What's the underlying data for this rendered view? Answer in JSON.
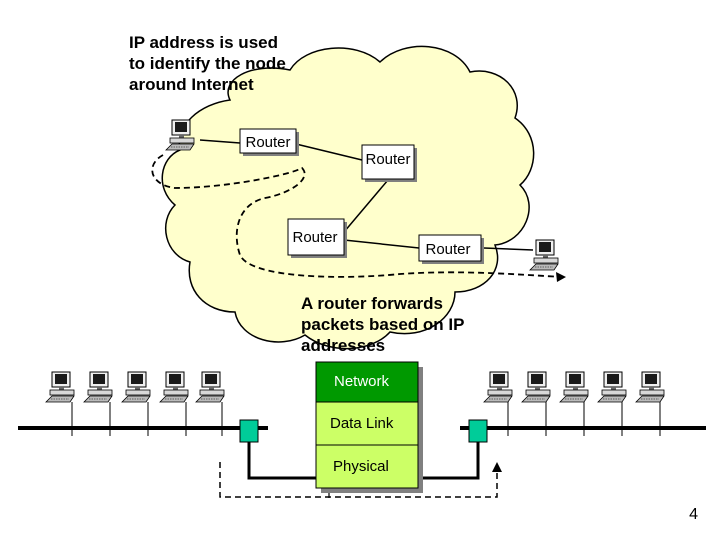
{
  "notes": {
    "ip_note": [
      "IP address is used",
      "to identify the node",
      "around Internet"
    ],
    "router_note": [
      "A router forwards",
      "packets based on IP",
      "addresses"
    ]
  },
  "routers": {
    "r1": "Router",
    "r2": "Router",
    "r3": "Router",
    "r4": "Router"
  },
  "stack": {
    "network": "Network",
    "data_link": "Data Link",
    "physical": "Physical"
  },
  "page_number": "4",
  "colors": {
    "cloud_fill": "#ffffcc",
    "stack_fill": "#ccff66",
    "network_fill": "#009900",
    "stack_text_network": "#ffffff",
    "connector_fill": "#00cc99",
    "router_fill": "#ffffff"
  }
}
